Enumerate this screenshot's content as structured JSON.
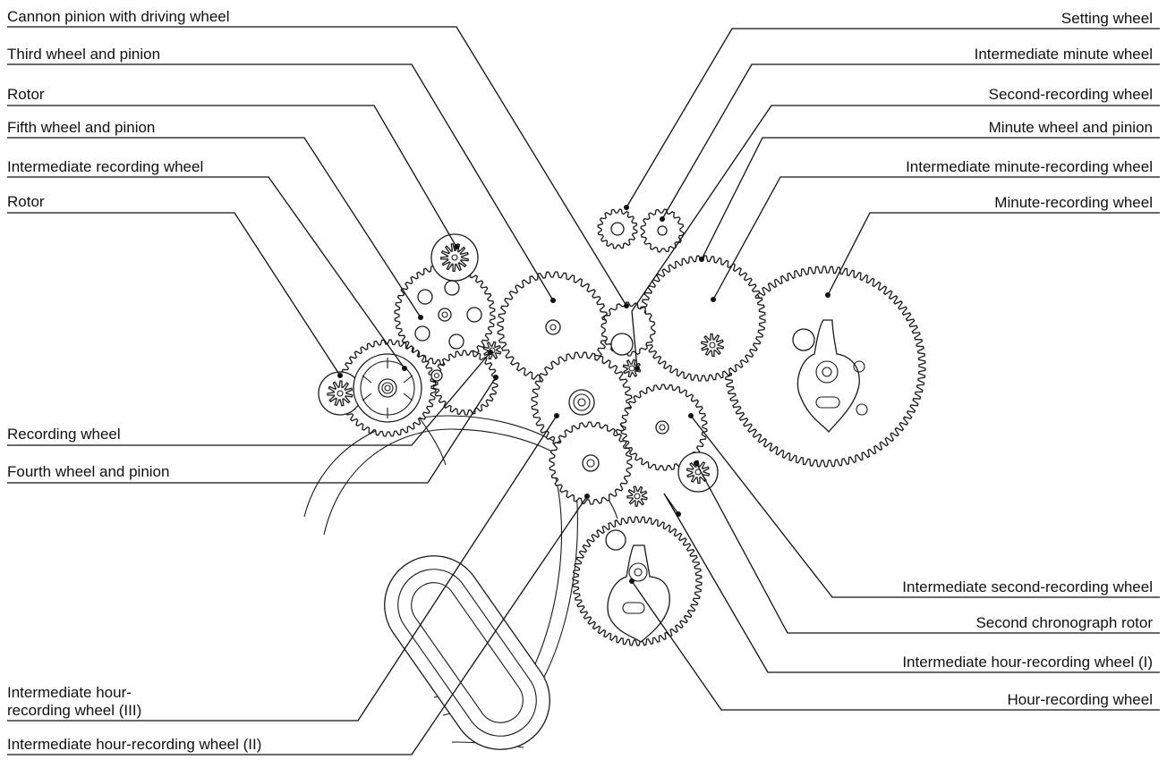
{
  "diagram": {
    "labels": {
      "cannon_pinion": "Cannon pinion with driving wheel",
      "third_wheel": "Third wheel and pinion",
      "rotor_1": "Rotor",
      "fifth_wheel": "Fifth wheel and pinion",
      "intermediate_recording": "Intermediate recording wheel",
      "rotor_2": "Rotor",
      "recording_wheel": "Recording wheel",
      "fourth_wheel": "Fourth wheel and pinion",
      "int_hour_rec_3_line1": "Intermediate hour-",
      "int_hour_rec_3_line2": "recording wheel (III)",
      "int_hour_rec_2": "Intermediate hour-recording wheel (II)",
      "setting_wheel": "Setting wheel",
      "int_minute_wheel": "Intermediate minute wheel",
      "second_recording": "Second-recording wheel",
      "minute_wheel": "Minute wheel and pinion",
      "int_minute_recording": "Intermediate minute-recording wheel",
      "minute_recording": "Minute-recording wheel",
      "int_second_recording": "Intermediate second-recording wheel",
      "second_chrono_rotor": "Second chronograph rotor",
      "int_hour_rec_1": "Intermediate hour-recording wheel (I)",
      "hour_recording": "Hour-recording wheel"
    }
  }
}
